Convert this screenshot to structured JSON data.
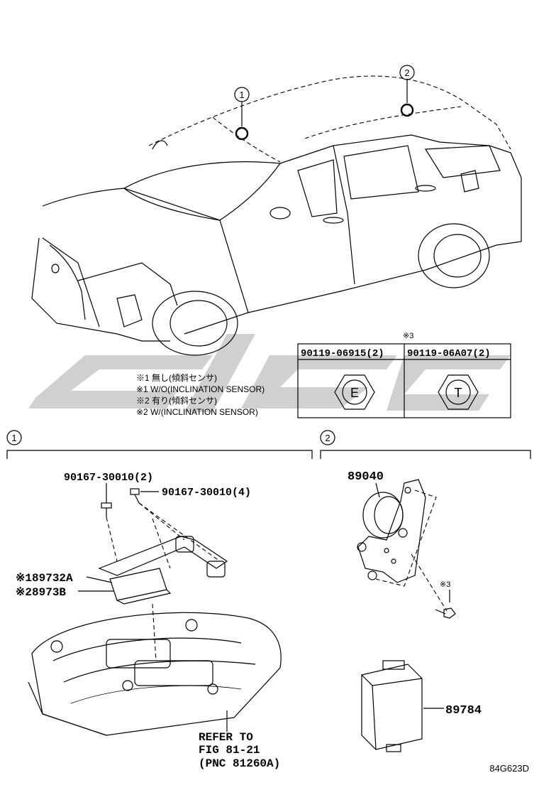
{
  "callouts": {
    "ref1": "1",
    "ref2": "2",
    "note3_mark": "※3",
    "note3_small": "※3"
  },
  "bolt_table": {
    "col1_part": "90119-06915(2)",
    "col1_glyph": "E",
    "col2_part": "90119-06A07(2)",
    "col2_glyph": "T"
  },
  "notes": [
    "※1 無し(傾斜センサ)",
    "※1 W/O(INCLINATION SENSOR)",
    "※2 有り(傾斜センサ)",
    "※2 W/(INCLINATION SENSOR)"
  ],
  "section1": {
    "label": "1",
    "screw_a": "90167-30010(2)",
    "screw_b": "90167-30010(4)",
    "part_a": "※189732A",
    "part_b": "※28973B",
    "refer": [
      "REFER TO",
      "FIG 81-21",
      "(PNC 81260A)"
    ]
  },
  "section2": {
    "label": "2",
    "part_sensor": "89040",
    "part_module": "89784"
  },
  "footer": {
    "code": "84G623D"
  },
  "colors": {
    "line": "#000000",
    "watermark": "#c8c8c8"
  }
}
